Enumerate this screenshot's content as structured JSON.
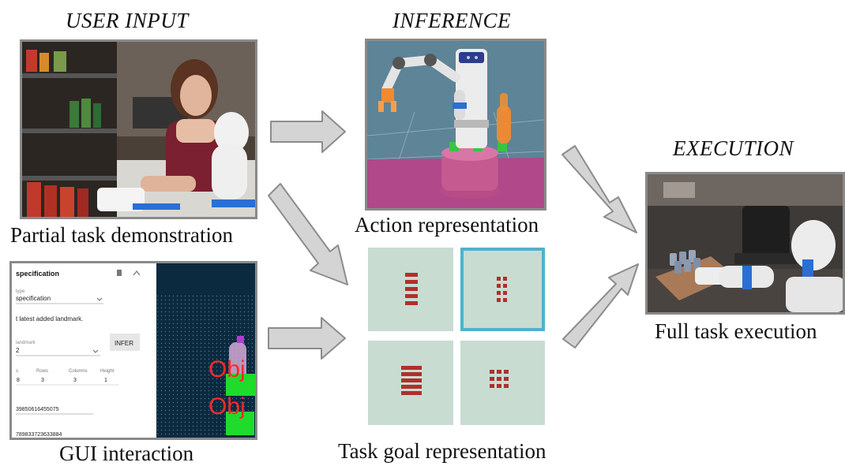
{
  "headings": {
    "user_input": "USER INPUT",
    "inference": "INFERENCE",
    "execution": "EXECUTION"
  },
  "captions": {
    "demonstration": "Partial task demonstration",
    "gui": "GUI interaction",
    "action": "Action representation",
    "task_goal": "Task goal representation",
    "execution": "Full task execution"
  },
  "gui": {
    "title": "specification",
    "type_label": "type",
    "type_value": "specification",
    "instruction": "t latest added landmark.",
    "landmark_label": "landmark",
    "landmark_value": "2",
    "infer_button": "INFER",
    "col_s": "s",
    "col_rows": "Rows",
    "col_columns": "Columns",
    "col_height": "Height",
    "val_s": "8",
    "val_rows": "3",
    "val_columns": "3",
    "val_height": "1",
    "number_1": "39850616455075",
    "number_2": "789833723633884",
    "obj_label": "Obj"
  },
  "colors": {
    "arrow_fill": "#d4d4d4",
    "arrow_stroke": "#8c8c8c",
    "frame": "#8a8a8a",
    "goal_tile": "#c8dcd2",
    "goal_selected": "#4fb2cc",
    "goal_block": "#b0302c",
    "gui_canvas": "#0b2a40",
    "sim_background": "#5d8497",
    "sim_floor": "#b0488a"
  }
}
